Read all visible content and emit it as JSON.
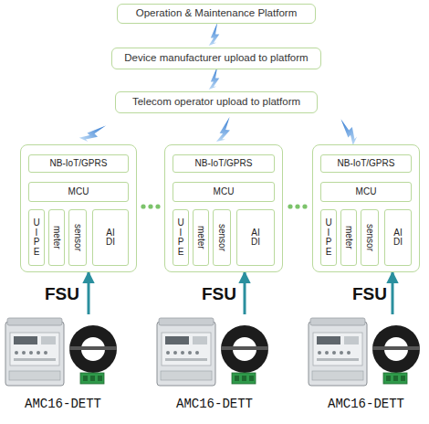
{
  "diagram": {
    "nodes": [
      {
        "text": [
          "Operation & Maintenance Platform"
        ]
      },
      {
        "text": [
          "Device manufacturer upload to platform"
        ]
      },
      {
        "text": [
          "Telecom operator upload to platform"
        ]
      },
      {
        "text": [
          "FSU"
        ]
      },
      {
        "text": [
          "NB-IoT/GPRS"
        ],
        "in": 3
      },
      {
        "text": [
          "MCU"
        ],
        "in": 3
      },
      {
        "text": [
          "U I P E"
        ],
        "in": 3
      },
      {
        "text": [
          "meter"
        ],
        "in": 3
      },
      {
        "text": [
          "sensor"
        ],
        "in": 3
      },
      {
        "text": [
          "AI DI"
        ],
        "in": 3
      },
      {
        "text": [
          "FSU"
        ]
      },
      {
        "text": [
          "NB-IoT/GPRS"
        ],
        "in": 10
      },
      {
        "text": [
          "MCU"
        ],
        "in": 10
      },
      {
        "text": [
          "U I P E"
        ],
        "in": 10
      },
      {
        "text": [
          "meter"
        ],
        "in": 10
      },
      {
        "text": [
          "sensor"
        ],
        "in": 10
      },
      {
        "text": [
          "AI DI"
        ],
        "in": 10
      },
      {
        "text": [
          "FSU"
        ]
      },
      {
        "text": [
          "NB-IoT/GPRS"
        ],
        "in": 17
      },
      {
        "text": [
          "MCU"
        ],
        "in": 17
      },
      {
        "text": [
          "U I P E"
        ],
        "in": 17
      },
      {
        "text": [
          "meter"
        ],
        "in": 17
      },
      {
        "text": [
          "sensor"
        ],
        "in": 17
      },
      {
        "text": [
          "AI DI"
        ],
        "in": 17
      },
      {
        "text": [
          "AMC16-DETT"
        ]
      },
      {
        "text": [
          "AMC16-DETT"
        ]
      },
      {
        "text": [
          "AMC16-DETT"
        ]
      }
    ],
    "edges": [
      {
        "from": 24,
        "to": 3,
        "arrow": "to"
      },
      {
        "from": 25,
        "to": 10,
        "arrow": "to"
      },
      {
        "from": 26,
        "to": 17,
        "arrow": "to"
      }
    ]
  }
}
